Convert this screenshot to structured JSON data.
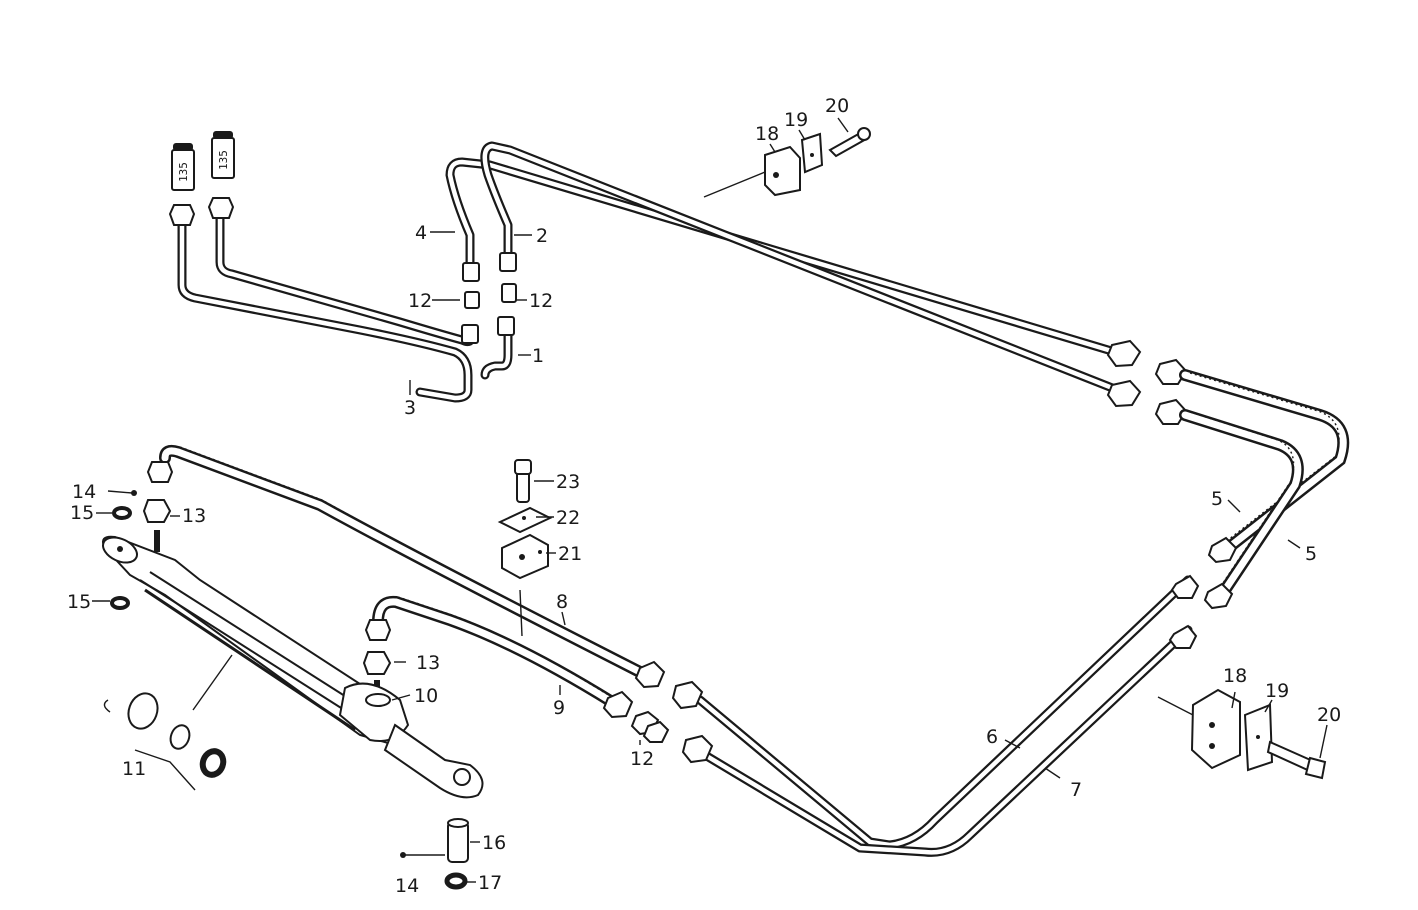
{
  "plug_tags": [
    "135",
    "135"
  ],
  "callouts": {
    "c1": "1",
    "c2": "2",
    "c3": "3",
    "c4": "4",
    "c5a": "5",
    "c5b": "5",
    "c6": "6",
    "c7": "7",
    "c8": "8",
    "c9": "9",
    "c10": "10",
    "c11": "11",
    "c12a": "12",
    "c12b": "12",
    "c12c": "12",
    "c13a": "13",
    "c13b": "13",
    "c14a": "14",
    "c14b": "14",
    "c15a": "15",
    "c15b": "15",
    "c16": "16",
    "c17": "17",
    "c18a": "18",
    "c18b": "18",
    "c19a": "19",
    "c19b": "19",
    "c20a": "20",
    "c20b": "20",
    "c21": "21",
    "c22": "22",
    "c23": "23"
  }
}
